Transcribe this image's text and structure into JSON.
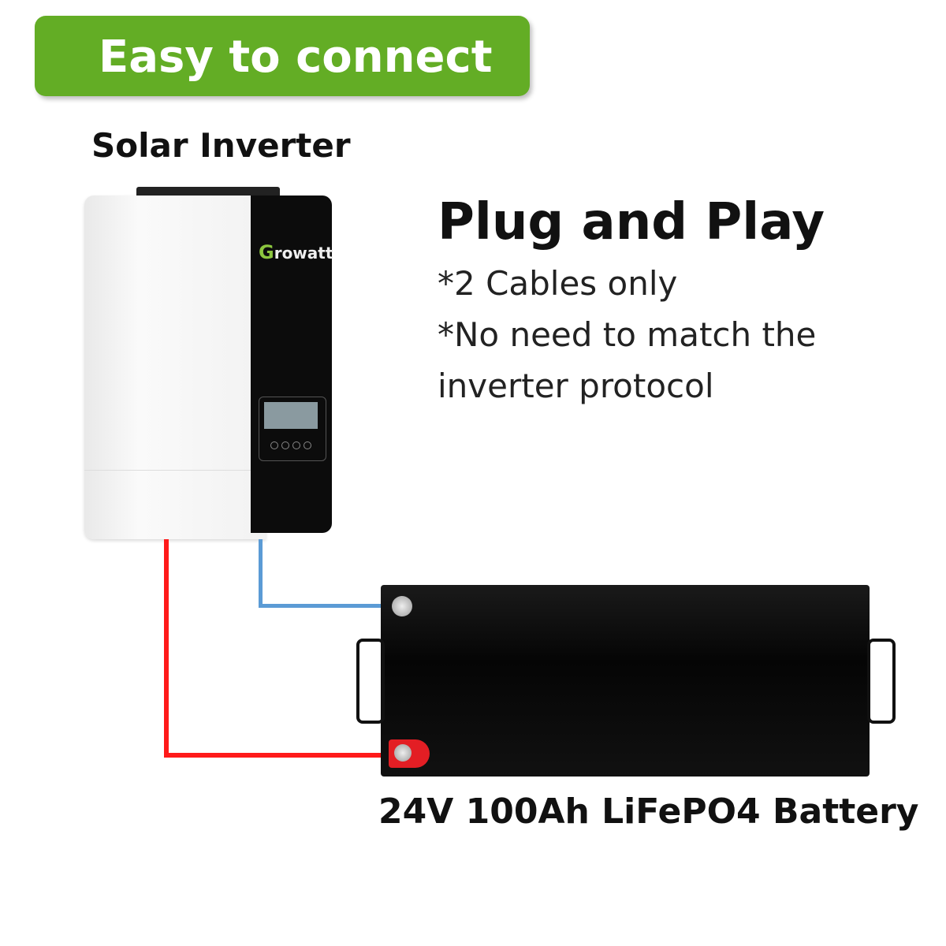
{
  "banner": {
    "text": "Easy to connect",
    "color": "#63ad25"
  },
  "inverter": {
    "title": "Solar Inverter",
    "brand_logo": "Growatt"
  },
  "feature": {
    "heading": "Plug and Play",
    "notes": [
      "*2 Cables only",
      "*No need to match the",
      "inverter protocol"
    ]
  },
  "battery": {
    "label": "24V 100Ah LiFePO4 Battery"
  },
  "cables": {
    "negative_color": "#5b9bd5",
    "positive_color": "#ff1a1a"
  }
}
